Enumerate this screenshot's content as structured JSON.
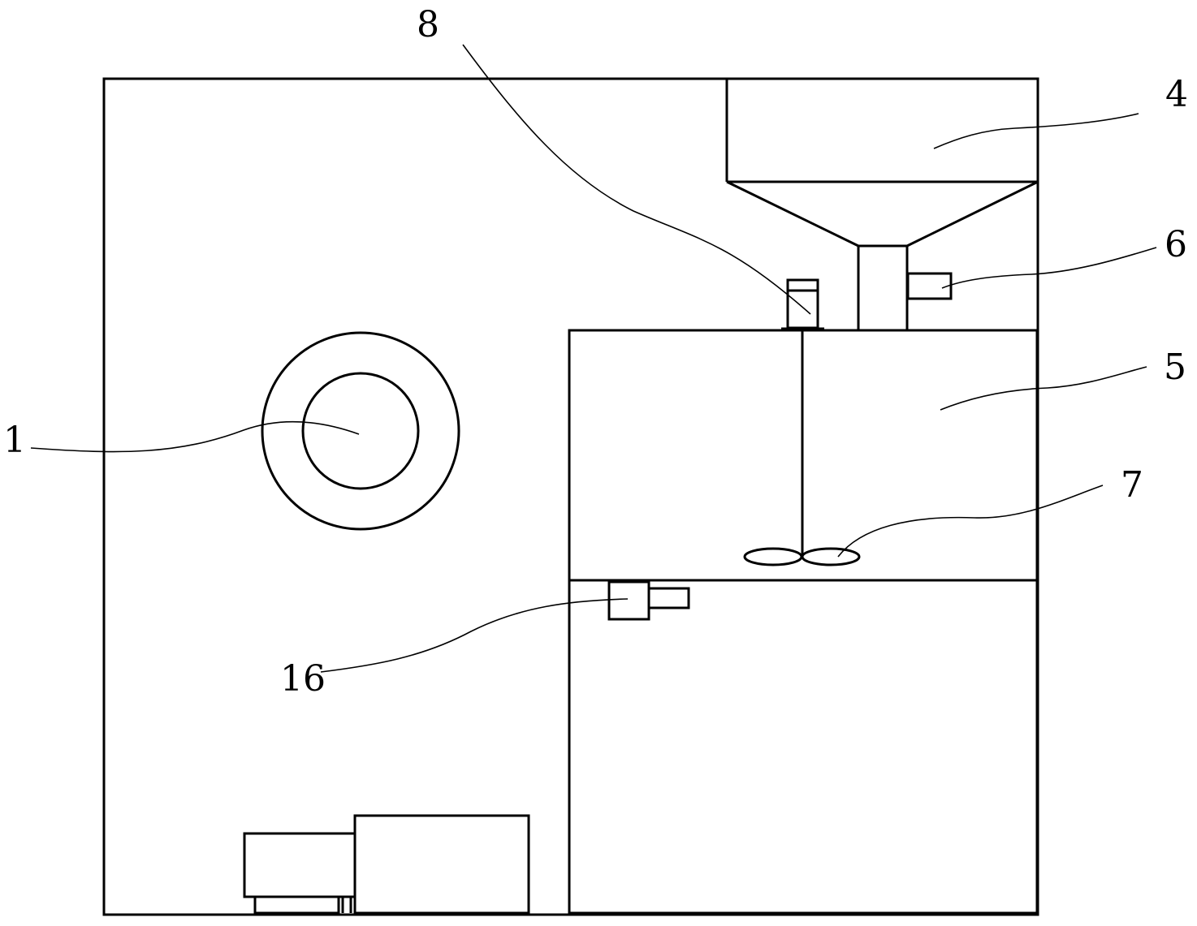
{
  "figure": {
    "labels": {
      "part_1": "1",
      "part_4": "4",
      "part_5": "5",
      "part_6": "6",
      "part_7": "7",
      "part_8": "8",
      "part_16": "16"
    },
    "colors": {
      "ink": "#000000",
      "background": "#ffffff"
    }
  }
}
